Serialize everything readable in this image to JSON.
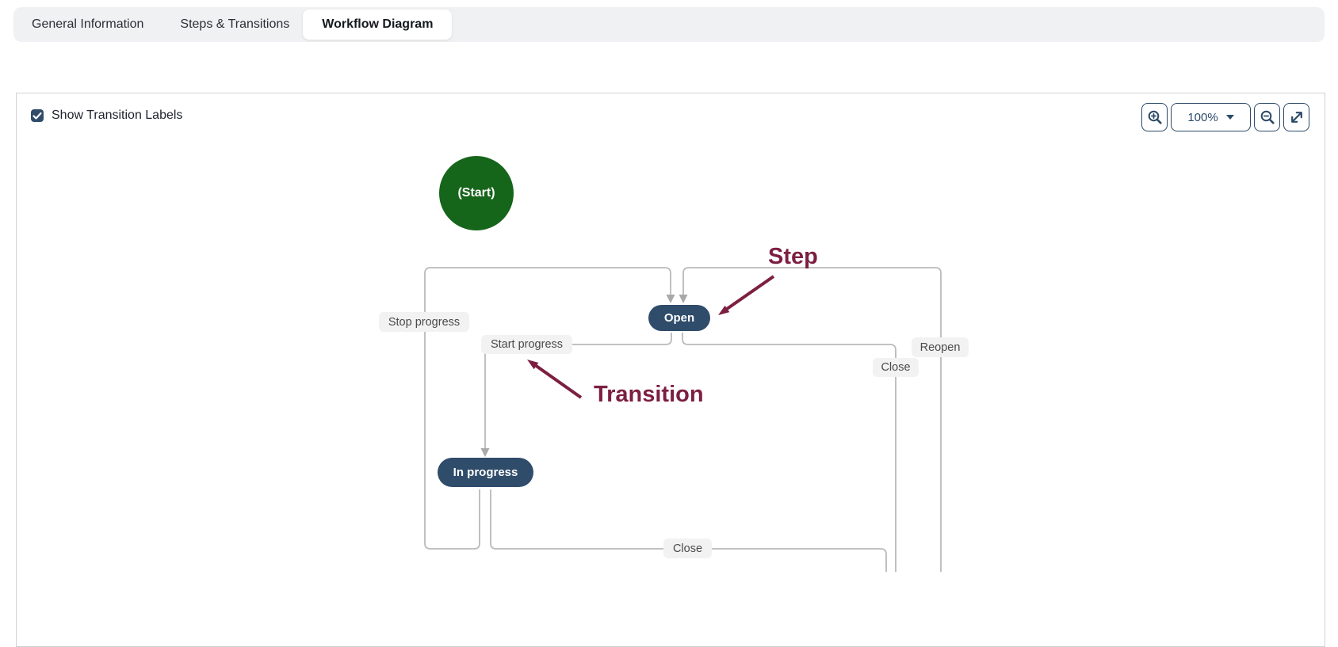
{
  "tabs": {
    "general": "General Information",
    "steps": "Steps & Transitions",
    "workflow": "Workflow Diagram"
  },
  "toolbar": {
    "show_labels_checkbox": {
      "label": "Show Transition Labels",
      "checked": true
    },
    "zoom_value": "100%"
  },
  "diagram": {
    "start_label": "(Start)",
    "steps": {
      "open": "Open",
      "in_progress": "In progress"
    },
    "transitions": {
      "stop_progress": "Stop progress",
      "start_progress": "Start progress",
      "reopen": "Reopen",
      "close_from_open": "Close",
      "close_from_in_progress": "Close"
    },
    "annotations": {
      "step": "Step",
      "transition": "Transition"
    }
  },
  "icons": {
    "checkbox_check": "check-icon",
    "zoom_in": "zoom-in-icon",
    "zoom_out": "zoom-out-icon",
    "fullscreen": "fullscreen-icon",
    "dropdown": "caret-down-icon"
  },
  "colors": {
    "step_node": "#2f4c6b",
    "start_node": "#15651a",
    "annotation": "#7c1f41",
    "connector": "#bababa",
    "arrowhead": "#a9a9a9",
    "accent": "#2b4a68",
    "chip_bg": "#f2f2f2",
    "tabbar_bg": "#eff1f3",
    "panel_border": "#cfd2d6"
  }
}
